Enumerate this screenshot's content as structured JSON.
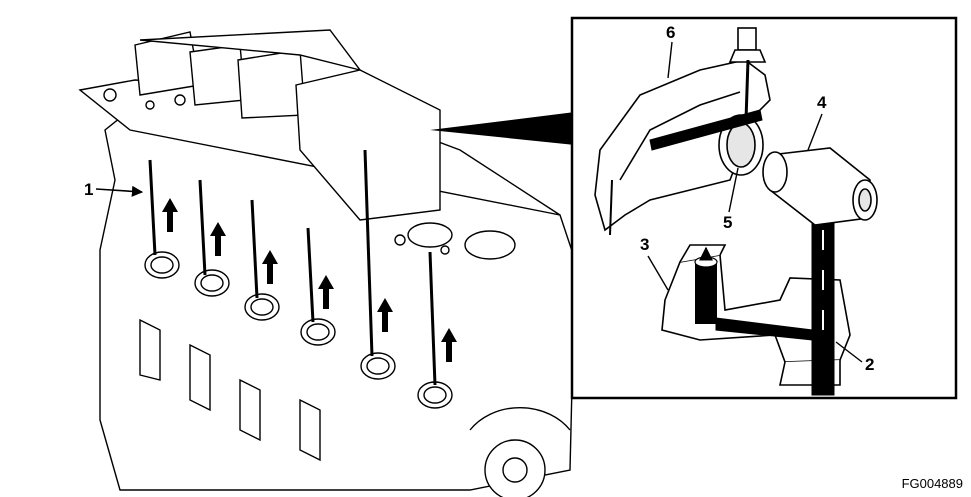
{
  "figure": {
    "id": "FG004889"
  },
  "callouts": {
    "c1": "1",
    "c2": "2",
    "c3": "3",
    "c4": "4",
    "c5": "5",
    "c6": "6"
  },
  "colors": {
    "ink": "#000000",
    "paper": "#ffffff",
    "shade": "#e6e6e6"
  }
}
